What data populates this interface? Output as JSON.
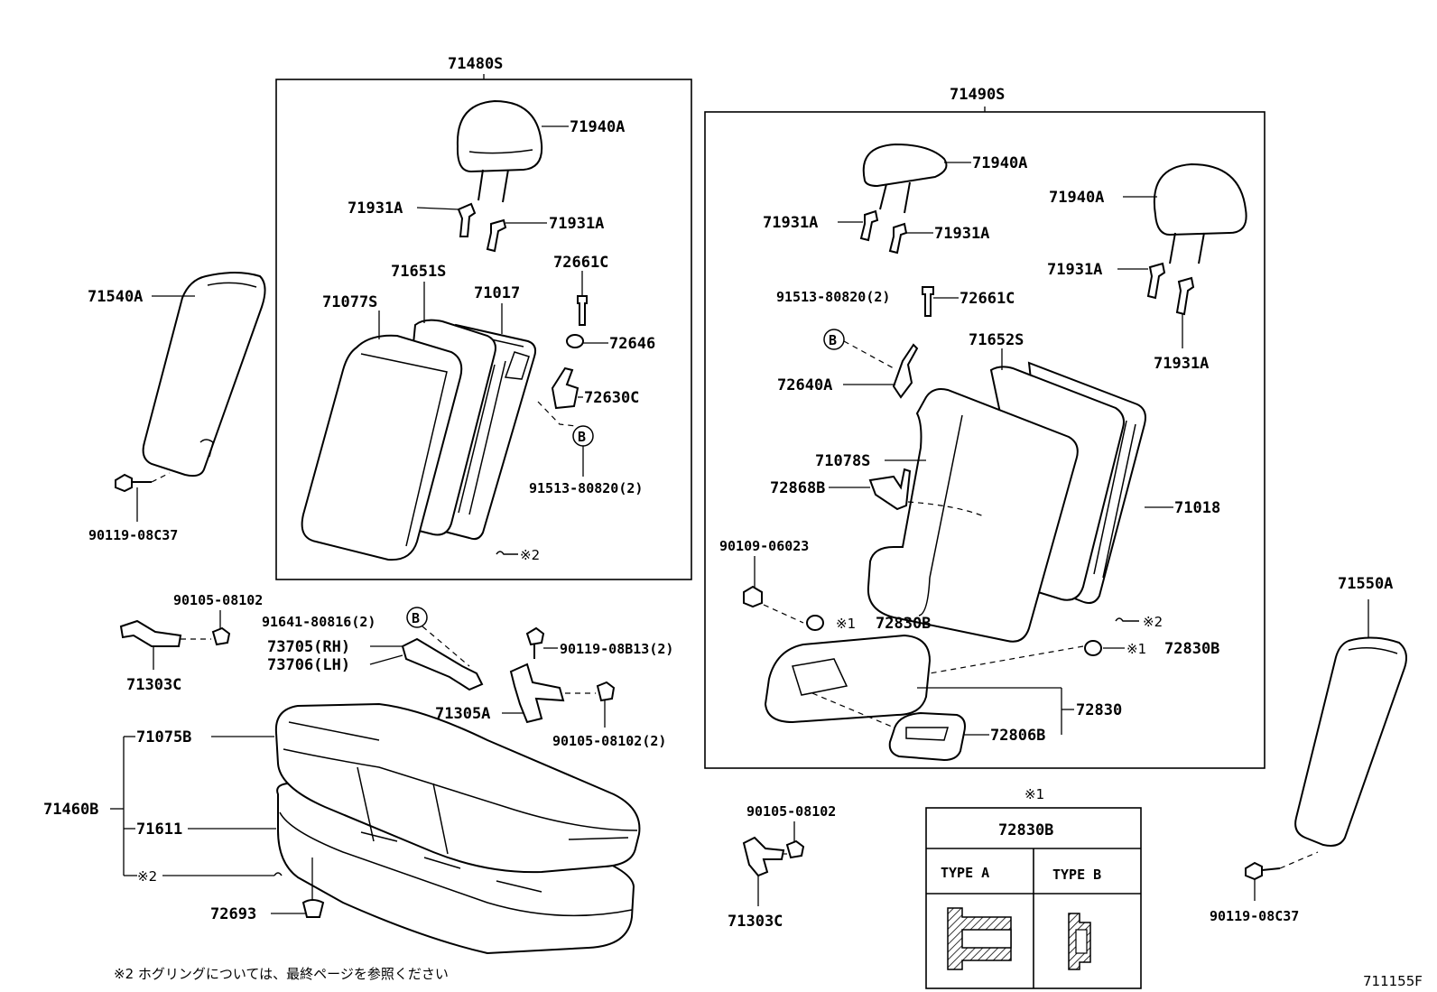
{
  "figure_code": "711155F",
  "groups": {
    "left_back": "71480S",
    "right_back": "71490S"
  },
  "labels": {
    "headrest_l": "71940A",
    "support_l1": "71931A",
    "support_l2": "71931A",
    "pad_71651S": "71651S",
    "frame_71017": "71017",
    "cover_71077S": "71077S",
    "bolt_72661C_l": "72661C",
    "bushing_72646": "72646",
    "striker_72630C": "72630C",
    "bolt_91513_l": "91513-80820(2)",
    "ring2_l": "※2",
    "armrest_71540A": "71540A",
    "screw_90119_l": "90119-08C37",
    "headrest_r1": "71940A",
    "support_r1a": "71931A",
    "support_r1b": "71931A",
    "headrest_r2": "71940A",
    "support_r2a": "71931A",
    "support_r2b": "71931A",
    "bolt_91513_r": "91513-80820(2)",
    "bolt_72661C_r": "72661C",
    "pad_71652S": "71652S",
    "striker_72640A": "72640A",
    "cover_71078S": "71078S",
    "hinge_72868B": "72868B",
    "frame_71018": "71018",
    "bolt_90109": "90109-06023",
    "ring1_a": "※1",
    "cap_72830B_a": "72830B",
    "ring2_r": "※2",
    "ring1_b": "※1",
    "cap_72830B_b": "72830B",
    "armrest_72830": "72830",
    "cupholder_72806B": "72806B",
    "armrest_71550A": "71550A",
    "screw_90119_r": "90119-08C37",
    "bolt_90105_a": "90105-08102",
    "bracket_71303C_a": "71303C",
    "bolt_91641": "91641-80816(2)",
    "lock_73705": "73705(RH)",
    "lock_73706": "73706(LH)",
    "screw_90119_08B13": "90119-08B13(2)",
    "hinge_71305A": "71305A",
    "bolt_90105_2": "90105-08102(2)",
    "cushion_71460B": "71460B",
    "cover_71075B": "71075B",
    "pad_71611": "71611",
    "ring2_c": "※2",
    "clip_72693": "72693",
    "bolt_90105_b": "90105-08102",
    "bracket_71303C_b": "71303C"
  },
  "marker_b": "B",
  "legend": {
    "mark": "※1",
    "part": "72830B",
    "type_a": "TYPE A",
    "type_b": "TYPE B"
  },
  "footnote": "※2 ホグリングについては、最終ページを参照ください"
}
